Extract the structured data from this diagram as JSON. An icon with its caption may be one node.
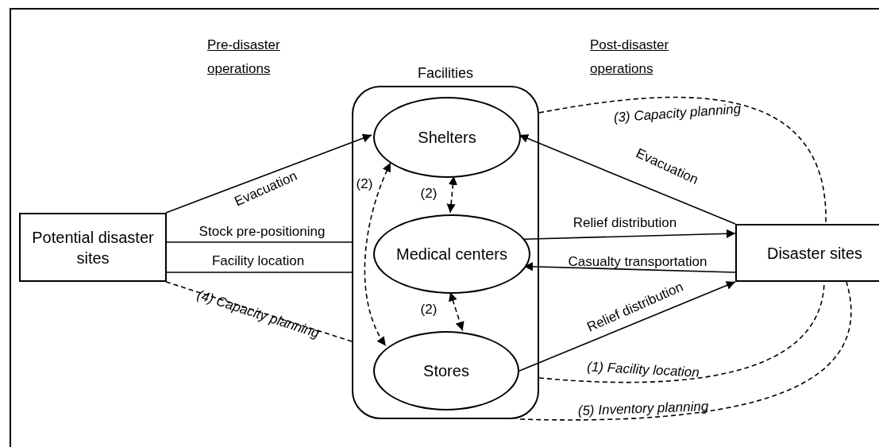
{
  "diagram": {
    "nodes": [
      {
        "text": [
          "Potential disaster sites"
        ]
      },
      {
        "text": [
          "Facilities"
        ]
      },
      {
        "text": [
          "Shelters"
        ],
        "in": 1
      },
      {
        "text": [
          "Medical centers"
        ],
        "in": 1
      },
      {
        "text": [
          "Stores"
        ],
        "in": 1
      },
      {
        "text": [
          "Disaster sites"
        ]
      }
    ],
    "edges": [
      {
        "from": 0,
        "to": 2,
        "arrow": "to",
        "label": "Evacuation"
      },
      {
        "from": 0,
        "to": 1,
        "arrow": "none",
        "label": "Stock pre-positioning"
      },
      {
        "from": 0,
        "to": 1,
        "arrow": "none",
        "label": "Facility location"
      },
      {
        "from": 0,
        "to": 1,
        "arrow": "none",
        "label": "(4) Capacity planning",
        "style": "dashed"
      },
      {
        "from": 5,
        "to": 2,
        "arrow": "to",
        "label": "Evacuation"
      },
      {
        "from": 3,
        "to": 5,
        "arrow": "to",
        "label": "Relief distribution"
      },
      {
        "from": 5,
        "to": 3,
        "arrow": "to",
        "label": "Casualty transportation"
      },
      {
        "from": 4,
        "to": 5,
        "arrow": "to",
        "label": "Relief distribution"
      },
      {
        "from": 1,
        "to": 5,
        "arrow": "none",
        "label": "(3) Capacity planning",
        "style": "dashed"
      },
      {
        "from": 1,
        "to": 5,
        "arrow": "none",
        "label": "(1) Facility location",
        "style": "dashed"
      },
      {
        "from": 1,
        "to": 5,
        "arrow": "none",
        "label": "(5) Inventory planning",
        "style": "dashed"
      },
      {
        "from": 2,
        "to": 3,
        "arrow": "both",
        "label": "(2)",
        "style": "dashed"
      },
      {
        "from": 3,
        "to": 4,
        "arrow": "both",
        "label": "(2)",
        "style": "dashed"
      },
      {
        "from": 2,
        "to": 4,
        "arrow": "both",
        "label": "(2)",
        "style": "dashed"
      }
    ],
    "labels": [
      "Pre-disaster operations",
      "Post-disaster operations"
    ]
  }
}
